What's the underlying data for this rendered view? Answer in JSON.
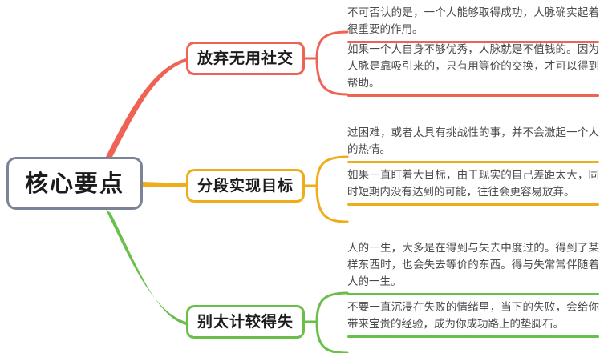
{
  "root": {
    "label": "核心要点"
  },
  "colors": {
    "root_border": "#7b8496",
    "red": "#ef6355",
    "amber": "#eead1b",
    "green": "#6abe4a",
    "text": "#4a4a4a",
    "heading_text": "#1b1b1b",
    "background": "#ffffff"
  },
  "branches": [
    {
      "label": "放弃无用社交",
      "color": "#ef6355",
      "leaves": [
        "不可否认的是，一个人能够取得成功，人脉确实起着很重要的作用。",
        "如果一个人自身不够优秀，人脉就是不值钱的。因为人脉是靠吸引来的，只有用等价的交换，才可以得到帮助。"
      ]
    },
    {
      "label": "分段实现目标",
      "color": "#eead1b",
      "leaves": [
        "过困难，或者太具有挑战性的事，并不会激起一个人的热情。",
        "如果一直盯着大目标，由于现实的自己差距太大，同时短期内没有达到的可能，往往会更容易放弃。"
      ]
    },
    {
      "label": "别太计较得失",
      "color": "#6abe4a",
      "leaves": [
        "人的一生，大多是在得到与失去中度过的。得到了某样东西时，也会失去等价的东西。得与失常常伴随着人的一生。",
        "不要一直沉浸在失败的情绪里，当下的失败，会给你带来宝贵的经验，成为你成功路上的垫脚石。"
      ]
    }
  ]
}
